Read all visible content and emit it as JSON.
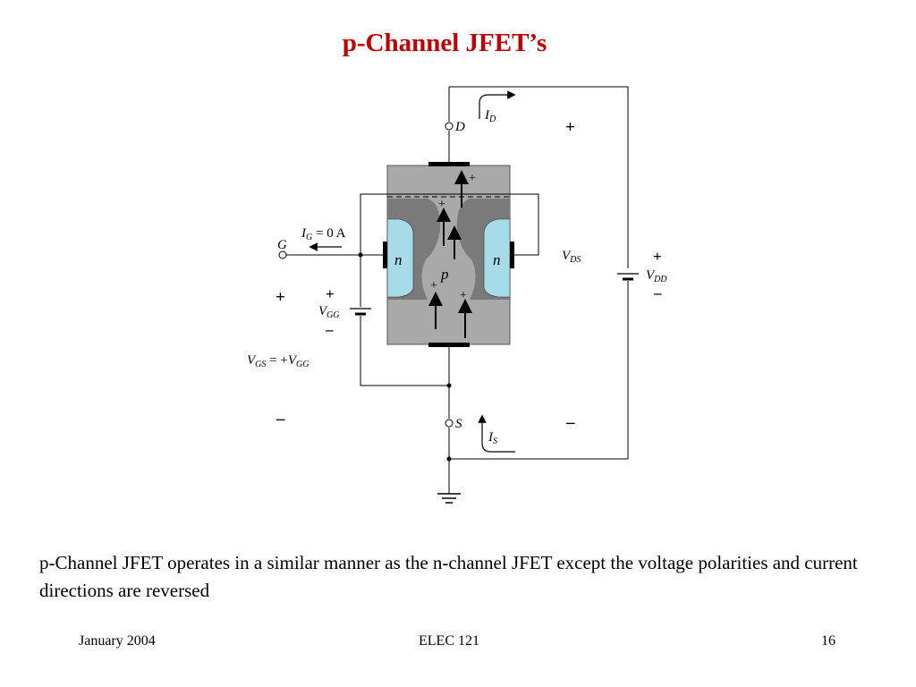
{
  "slide": {
    "title": "p-Channel JFET’s",
    "body": "p-Channel JFET operates in a similar manner as the n-channel JFET except the voltage polarities and current directions are reversed"
  },
  "footer": {
    "date": "January 2004",
    "course": "ELEC 121",
    "page": "16"
  },
  "diagram": {
    "terminals": {
      "drain": "D",
      "gate": "G",
      "source": "S"
    },
    "gate_current": {
      "symbol": "I",
      "sub": "G",
      "value": " = 0 A"
    },
    "drain_current": {
      "symbol": "I",
      "sub": "D"
    },
    "source_current": {
      "symbol": "I",
      "sub": "S"
    },
    "vds": {
      "symbol": "V",
      "sub": "DS"
    },
    "vdd": {
      "symbol": "V",
      "sub": "DD"
    },
    "vgg": {
      "symbol": "V",
      "sub": "GG"
    },
    "vgs_relation": {
      "lhs_symbol": "V",
      "lhs_sub": "GS",
      "mid": " = +",
      "rhs_symbol": "V",
      "rhs_sub": "GG"
    },
    "regions": {
      "channel": "p",
      "gate_left": "n",
      "gate_right": "n"
    },
    "signs": {
      "plus": "+",
      "minus": "–"
    },
    "colors": {
      "body": "#a9a9a9",
      "depletion": "#7a7a7a",
      "n_region": "#a8dbe8",
      "title": "#c00000"
    }
  }
}
